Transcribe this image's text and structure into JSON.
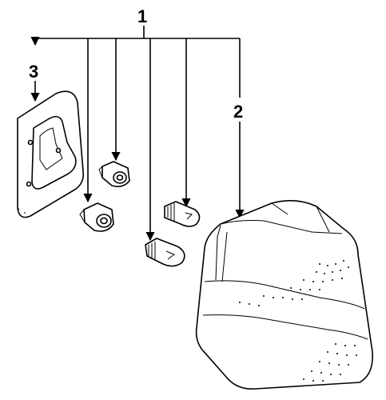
{
  "callouts": [
    {
      "id": "1",
      "label": "1"
    },
    {
      "id": "2",
      "label": "2"
    },
    {
      "id": "3",
      "label": "3"
    }
  ],
  "parts": [
    {
      "callout": "1",
      "name": "bulb-socket-upper",
      "icon": "bulb-socket-icon"
    },
    {
      "callout": "1",
      "name": "bulb-socket-lower",
      "icon": "bulb-socket-icon"
    },
    {
      "callout": "1",
      "name": "bulb-small",
      "icon": "bulb-icon"
    },
    {
      "callout": "1",
      "name": "bulb-large",
      "icon": "bulb-icon"
    },
    {
      "callout": "2",
      "name": "tail-lamp-assembly",
      "icon": "tail-lamp-icon"
    },
    {
      "callout": "3",
      "name": "lamp-gasket",
      "icon": "gasket-icon"
    }
  ]
}
